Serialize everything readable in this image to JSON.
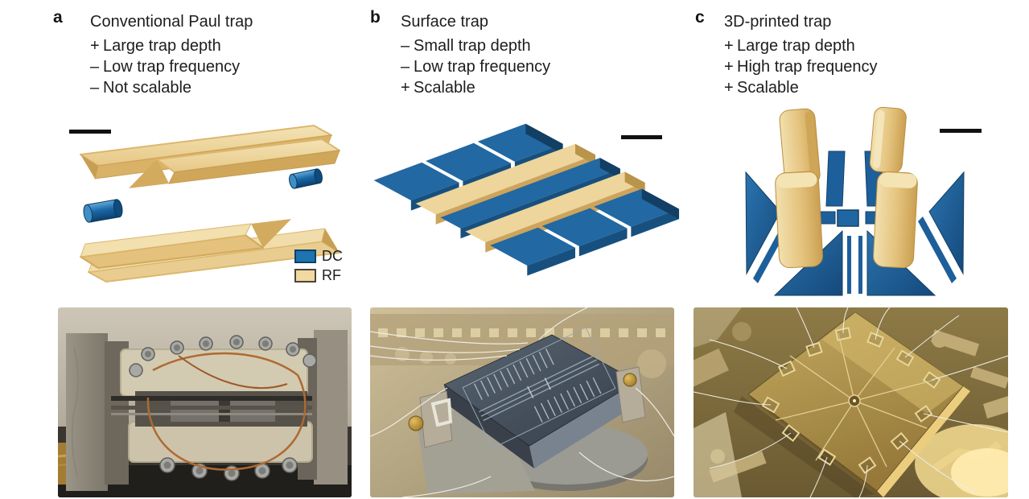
{
  "figure": {
    "background": "#ffffff",
    "colors": {
      "dc_blue": "#1d74ae",
      "dc_blue_dark": "#123f63",
      "rf_tan": "#eed59b",
      "rf_tan_dark": "#c9a254",
      "text": "#1d1d1b",
      "scale_bar": "#111111"
    },
    "legend": {
      "items": [
        {
          "label": "DC",
          "color": "#1d74ae"
        },
        {
          "label": "RF",
          "color": "#f2d9a0"
        }
      ]
    },
    "panels": [
      {
        "label": "a",
        "title": "Conventional Paul trap",
        "items": [
          {
            "sign": "+",
            "text": "Large trap depth"
          },
          {
            "sign": "–",
            "text": "Low trap frequency"
          },
          {
            "sign": "–",
            "text": "Not scalable"
          }
        ],
        "schematic": "Four gold RF blade electrodes with two blue DC endcap cylinders",
        "photo": "Macroscopic Paul trap: ceramic holder with steel screws and copper wire in a metal bracket"
      },
      {
        "label": "b",
        "title": "Surface trap",
        "items": [
          {
            "sign": "–",
            "text": "Small trap depth"
          },
          {
            "sign": "–",
            "text": "Low trap frequency"
          },
          {
            "sign": "+",
            "text": "Scalable"
          }
        ],
        "schematic": "Planar chip with segmented blue DC electrodes and two gold RF rails",
        "photo": "Microfabricated surface-trap chip mounted at an angle with bond wires"
      },
      {
        "label": "c",
        "title": "3D-printed trap",
        "items": [
          {
            "sign": "+",
            "text": "Large trap depth"
          },
          {
            "sign": "+",
            "text": "High trap frequency"
          },
          {
            "sign": "+",
            "text": "Scalable"
          }
        ],
        "schematic": "Four 3D-printed gold blade electrodes surrounded by blue planar DC electrodes",
        "photo": "Gold 3D-printed trap chip with radial bond wires on a gold substrate"
      }
    ]
  }
}
